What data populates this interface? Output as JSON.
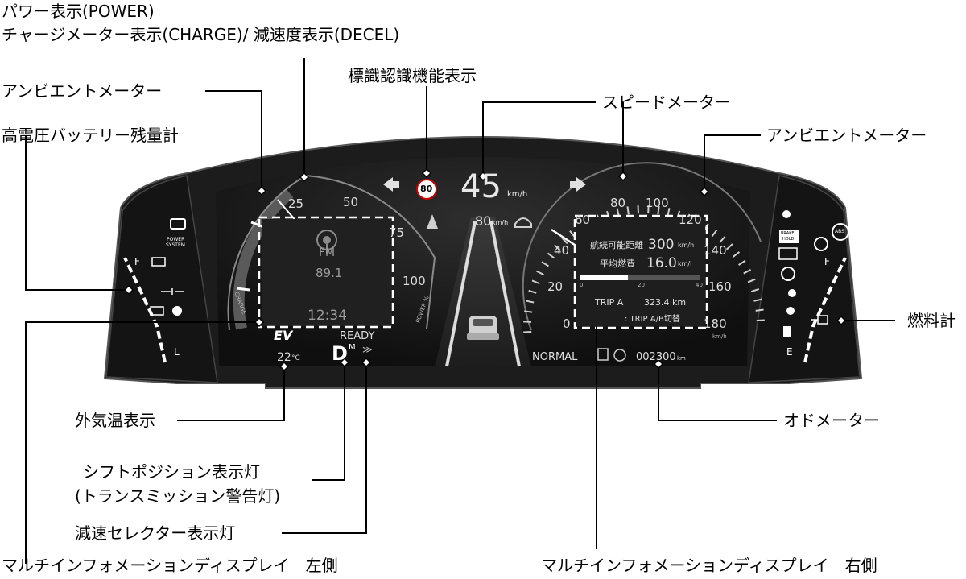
{
  "labels": {
    "power_line1": "パワー表示(POWER)",
    "power_line2": "チャージメーター表示(CHARGE)/ 減速度表示(DECEL)",
    "sign_recognition": "標識認識機能表示",
    "ambient_left": "アンビエントメーター",
    "hv_battery": "高電圧バッテリー残量計",
    "speedometer": "スピードメーター",
    "ambient_right": "アンビエントメーター",
    "fuel_gauge": "燃料計",
    "outside_temp": "外気温表示",
    "odometer": "オドメーター",
    "shift_line1": "シフトポジション表示灯",
    "shift_line2": "(トランスミッション警告灯)",
    "decel_selector": "減速セレクター表示灯",
    "mid_left": "マルチインフォメーションディスプレイ　左側",
    "mid_right": "マルチインフォメーションディスプレイ　右側"
  },
  "cluster": {
    "speed_value": "45",
    "speed_unit": "km/h",
    "speed_limit_sign": "80",
    "acc_set_speed": "80",
    "acc_unit": "km/h",
    "ev_badge": "EV",
    "ready": "READY",
    "gear": "D",
    "gear_mode": "M",
    "outside_temp": "22",
    "temp_unit": "°C",
    "drive_mode": "NORMAL",
    "odo_value": "002300",
    "odo_unit": "km",
    "power_system_line1": "POWER",
    "power_system_line2": "SYSTEM",
    "fuel_full": "F",
    "fuel_empty": "E",
    "batt_full": "F",
    "batt_low": "L",
    "brake_hold_line1": "BRAKE",
    "brake_hold_line2": "HOLD",
    "abs": "ABS",
    "left_gauge_charge": "CHARGE",
    "left_gauge_power": "POWER %",
    "left_gauge_ticks": [
      "25",
      "50",
      "75",
      "100"
    ],
    "speedo_ticks": [
      "0",
      "20",
      "40",
      "60",
      "80",
      "100",
      "120",
      "140",
      "160",
      "180"
    ],
    "speedo_unit": "km/h"
  },
  "audio": {
    "source": "FM",
    "frequency": "89.1",
    "clock": "12:34"
  },
  "trip": {
    "range_label": "航続可能距離",
    "range_value": "300",
    "range_unit": "km/h",
    "economy_label": "平均燃費",
    "economy_value": "16.0",
    "economy_unit": "km/l",
    "scale_ticks": [
      "0",
      "20",
      "40"
    ],
    "trip_name": "TRIP A",
    "trip_value": "323.4 km",
    "switch_hint": ": TRIP A/B切替",
    "economy_bar_fraction": 0.4
  },
  "colors": {
    "panel": "#1a1a1a",
    "panel_edge": "#3a3a3a",
    "screen": "#141414",
    "text_light": "#d8d8d8"
  }
}
